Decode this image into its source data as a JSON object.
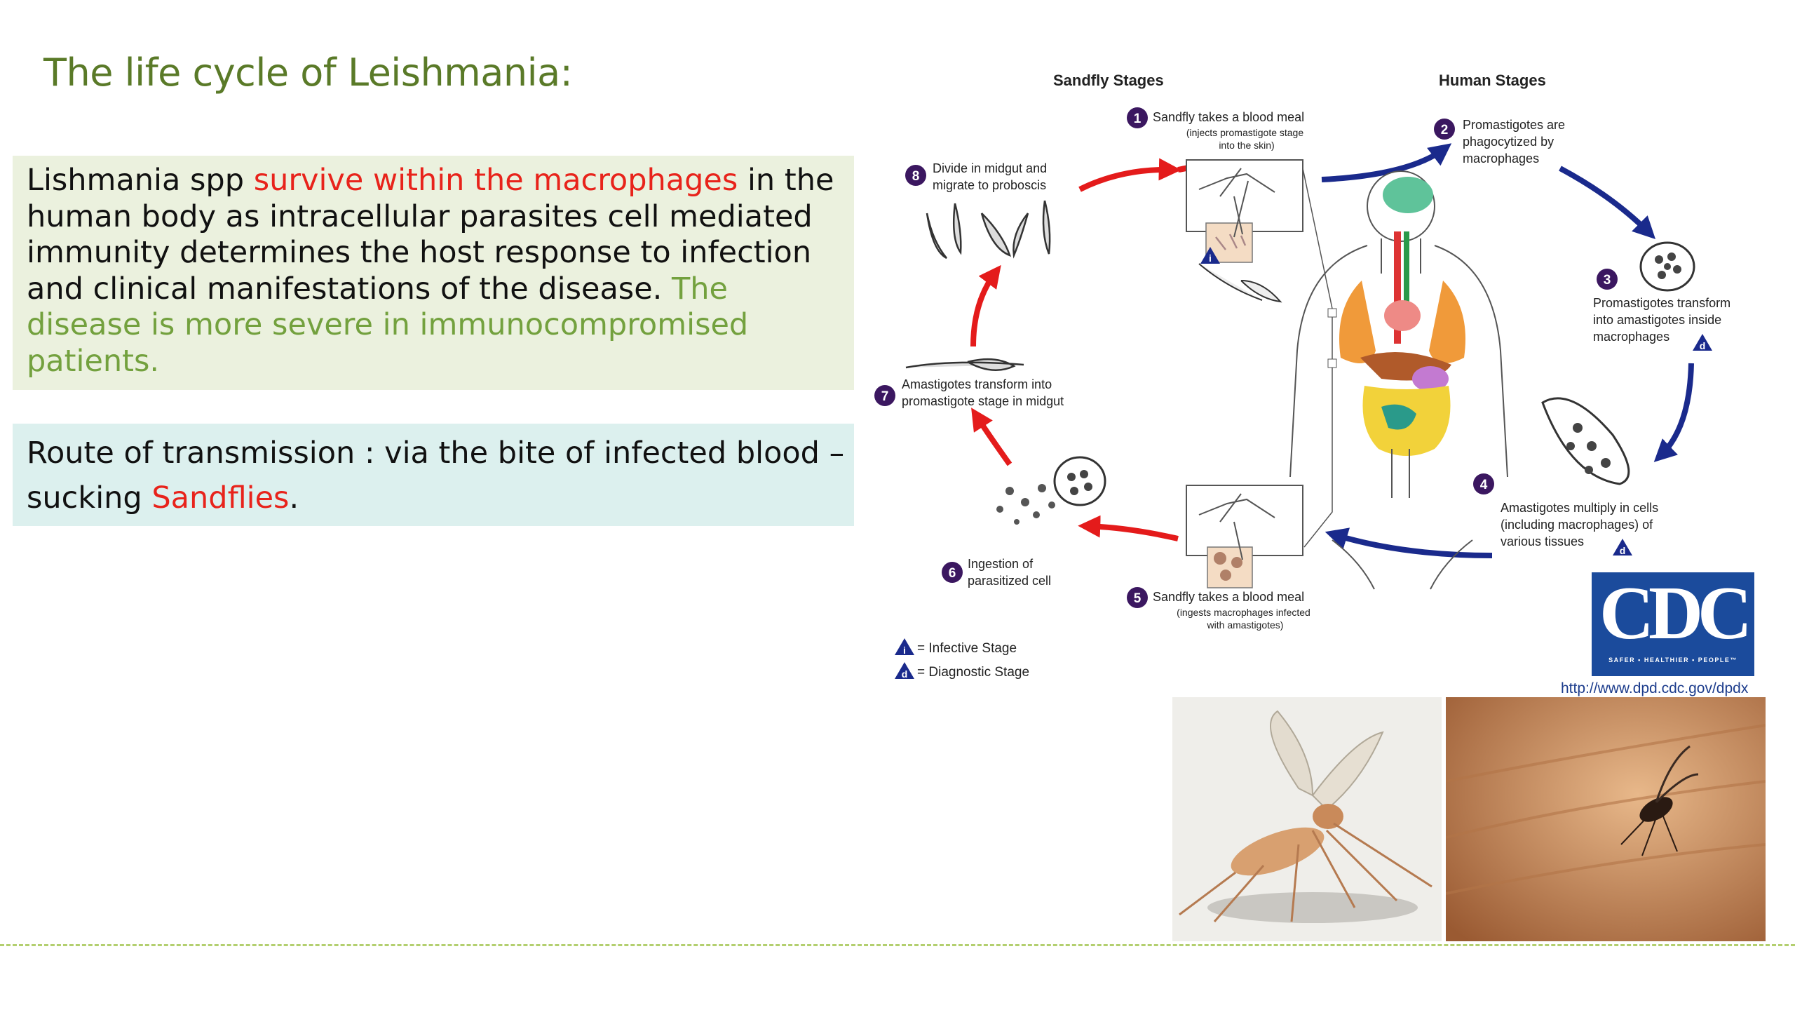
{
  "slide": {
    "title": "The life cycle of Leishmania:",
    "description": {
      "part1": "Lishmania spp ",
      "part2_red": "survive within the macrophages",
      "part3": " in the human body as intracellular parasites cell mediated immunity determines the host response to infection and clinical manifestations of the disease. ",
      "part4_green": "The disease is more severe in immunocompromised patients."
    },
    "transmission": {
      "part1": "Route of transmission : via the bite of infected blood –sucking  ",
      "part2_red": "Sandflies",
      "part3": "."
    }
  },
  "diagram": {
    "sandfly_header": "Sandfly Stages",
    "human_header": "Human Stages",
    "steps": [
      {
        "num": "1",
        "lines": [
          "Sandfly takes a blood meal"
        ],
        "sub": [
          "(injects promastigote stage",
          "into the skin)"
        ]
      },
      {
        "num": "2",
        "lines": [
          "Promastigotes are",
          "phagocytized by",
          "macrophages"
        ],
        "sub": []
      },
      {
        "num": "3",
        "lines": [
          "Promastigotes transform",
          "into amastigotes inside",
          "macrophages"
        ],
        "sub": []
      },
      {
        "num": "4",
        "lines": [
          "Amastigotes multiply in cells",
          "(including macrophages) of",
          "various tissues"
        ],
        "sub": []
      },
      {
        "num": "5",
        "lines": [
          "Sandfly takes a blood meal"
        ],
        "sub": [
          "(ingests macrophages infected",
          "with amastigotes)"
        ]
      },
      {
        "num": "6",
        "lines": [
          "Ingestion of",
          "parasitized cell"
        ],
        "sub": []
      },
      {
        "num": "7",
        "lines": [
          "Amastigotes transform into",
          "promastigote stage in midgut"
        ],
        "sub": []
      },
      {
        "num": "8",
        "lines": [
          "Divide in midgut and",
          "migrate to proboscis"
        ],
        "sub": []
      }
    ],
    "legend": {
      "infective_letter": "i",
      "infective": "= Infective Stage",
      "diagnostic_letter": "d",
      "diagnostic": "= Diagnostic Stage"
    },
    "cdc_logo": "CDC",
    "cdc_tagline": "SAFER • HEALTHIER • PEOPLE™",
    "url": "http://www.dpd.cdc.gov/dpdx"
  },
  "colors": {
    "title": "#5a7a28",
    "accent_red": "#e8231b",
    "accent_green": "#73a13e",
    "box1_bg": "#ebf1de",
    "box2_bg": "#dcf0ee",
    "human_arrows": "#1a2a8c",
    "sandfly_arrows": "#e41b1b"
  }
}
